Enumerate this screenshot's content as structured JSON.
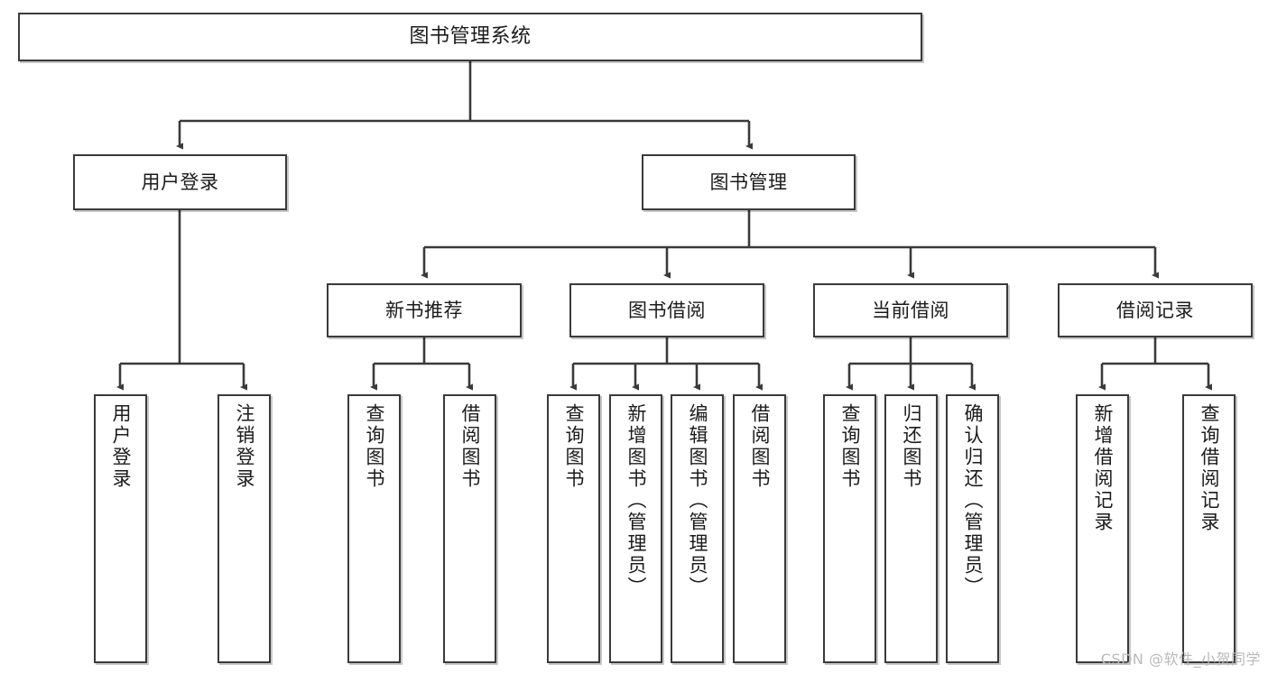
{
  "diagram": {
    "title": "图书管理系统",
    "type": "tree-hierarchy-chart",
    "watermark": "CSDN @软件_小贺同学",
    "colors": {
      "box_border": "#3a3a3a",
      "box_fill": "#ffffff",
      "edge": "#3a3a3a",
      "text": "#1b1b1b",
      "watermark": "#b9b9b9"
    },
    "nodes": {
      "root": {
        "label": "图书管理系统"
      },
      "level2": [
        {
          "id": "user-login",
          "label": "用户登录"
        },
        {
          "id": "book-manage",
          "label": "图书管理"
        }
      ],
      "level3": [
        {
          "id": "new-book-recommend",
          "label": "新书推荐"
        },
        {
          "id": "book-borrow",
          "label": "图书借阅"
        },
        {
          "id": "current-borrow",
          "label": "当前借阅"
        },
        {
          "id": "borrow-record",
          "label": "借阅记录"
        }
      ],
      "leaves": [
        {
          "id": "leaf-user-login",
          "label": "用户登录",
          "parent": "user-login"
        },
        {
          "id": "leaf-logout-login",
          "label": "注销登录",
          "parent": "user-login"
        },
        {
          "id": "leaf-query-book-1",
          "label": "查询图书",
          "parent": "new-book-recommend"
        },
        {
          "id": "leaf-borrow-book-1",
          "label": "借阅图书",
          "parent": "new-book-recommend"
        },
        {
          "id": "leaf-query-book-2",
          "label": "查询图书",
          "parent": "book-borrow"
        },
        {
          "id": "leaf-add-book",
          "label": "新增图书（管理员）",
          "parent": "book-borrow"
        },
        {
          "id": "leaf-edit-book",
          "label": "编辑图书（管理员）",
          "parent": "book-borrow"
        },
        {
          "id": "leaf-borrow-book-2",
          "label": "借阅图书",
          "parent": "book-borrow"
        },
        {
          "id": "leaf-query-book-3",
          "label": "查询图书",
          "parent": "current-borrow"
        },
        {
          "id": "leaf-return-book",
          "label": "归还图书",
          "parent": "current-borrow"
        },
        {
          "id": "leaf-confirm-return",
          "label": "确认归还（管理员）",
          "parent": "current-borrow"
        },
        {
          "id": "leaf-add-record",
          "label": "新增借阅记录",
          "parent": "borrow-record"
        },
        {
          "id": "leaf-query-record",
          "label": "查询借阅记录",
          "parent": "borrow-record"
        }
      ]
    }
  }
}
